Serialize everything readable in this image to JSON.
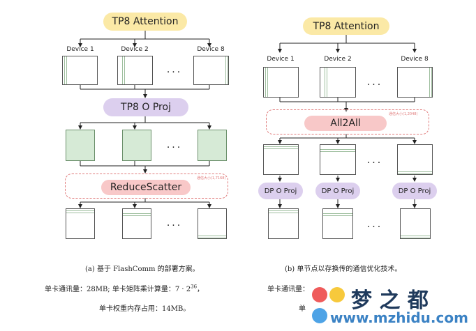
{
  "left": {
    "top_node": "TP8 Attention",
    "devices": [
      "Device 1",
      "Device 2",
      "Device 8"
    ],
    "ellipsis": "...",
    "oproj": "TP8 O Proj",
    "comm": "ReduceScatter",
    "comm_note": "通信大小(1,7168)",
    "caption": "(a) 基于 FlashComm 的部署方案。",
    "note1": "单卡通讯量：28MB; 单卡矩阵乘计算量：7 · 2",
    "note1_exp": "36",
    "note1_end": "，",
    "note2": "单卡权重内存占用：14MB。"
  },
  "right": {
    "top_node": "TP8 Attention",
    "devices": [
      "Device 1",
      "Device 2",
      "Device 8"
    ],
    "ellipsis": "...",
    "comm": "All2All",
    "comm_note": "通信大小(1,2048)",
    "dp_proj": "DP O Proj",
    "caption": "(b) 单节点以存换传的通信优化技术。",
    "note1": "单卡通讯量：",
    "note2": "单"
  },
  "watermark": {
    "brand": "梦 之 都",
    "url": "www.mzhidu.com"
  }
}
